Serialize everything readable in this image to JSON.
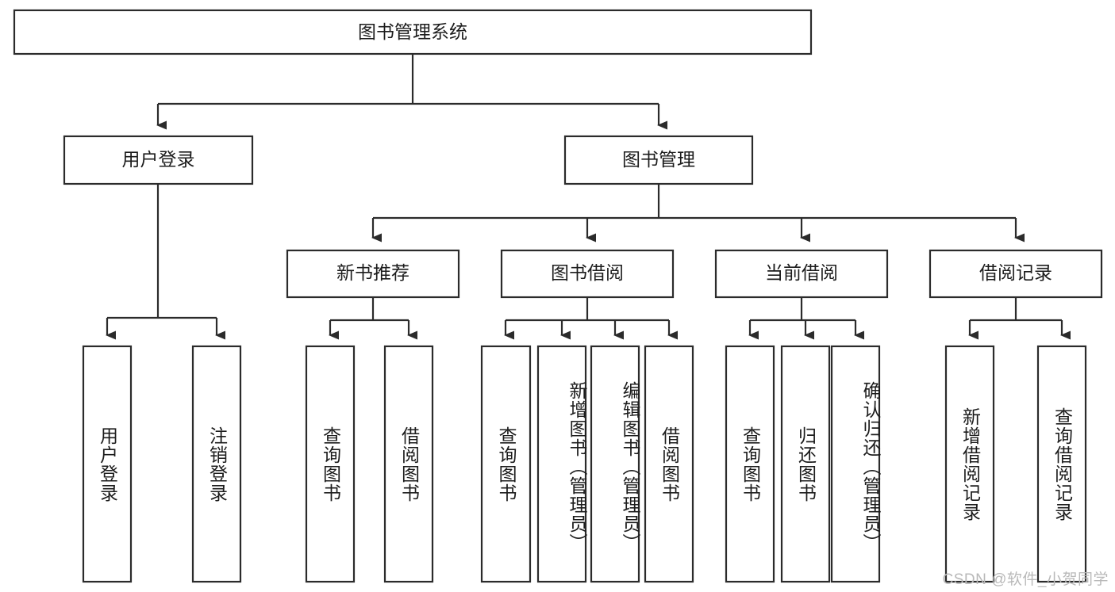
{
  "diagram": {
    "title": "图书管理系统",
    "type": "tree-hierarchy",
    "watermark": "CSDN @软件_小贺同学",
    "colors": {
      "box_stroke": "#2b2b2b",
      "box_fill": "#ffffff",
      "text": "#1c1c1c",
      "background": "#ffffff",
      "watermark": "#b9b9b9"
    },
    "levels": {
      "level1": {
        "root": {
          "label": "图书管理系统",
          "orientation": "horizontal"
        }
      },
      "level2": [
        {
          "label": "用户登录",
          "orientation": "horizontal"
        },
        {
          "label": "图书管理",
          "orientation": "horizontal"
        }
      ],
      "level3": [
        {
          "label": "新书推荐",
          "orientation": "horizontal"
        },
        {
          "label": "图书借阅",
          "orientation": "horizontal"
        },
        {
          "label": "当前借阅",
          "orientation": "horizontal"
        },
        {
          "label": "借阅记录",
          "orientation": "horizontal"
        }
      ],
      "level4": {
        "user_login_children": [
          {
            "label": "用户登录",
            "orientation": "vertical"
          },
          {
            "label": "注销登录",
            "orientation": "vertical"
          }
        ],
        "new_book_children": [
          {
            "label": "查询图书",
            "orientation": "vertical"
          },
          {
            "label": "借阅图书",
            "orientation": "vertical"
          }
        ],
        "book_borrow_children": [
          {
            "label": "查询图书",
            "orientation": "vertical"
          },
          {
            "label": "新增图书（管理员）",
            "orientation": "vertical"
          },
          {
            "label": "编辑图书（管理员）",
            "orientation": "vertical"
          },
          {
            "label": "借阅图书",
            "orientation": "vertical"
          }
        ],
        "current_borrow_children": [
          {
            "label": "查询图书",
            "orientation": "vertical"
          },
          {
            "label": "归还图书",
            "orientation": "vertical"
          },
          {
            "label": "确认归还（管理员）",
            "orientation": "vertical"
          }
        ],
        "borrow_record_children": [
          {
            "label": "新增借阅记录",
            "orientation": "vertical"
          },
          {
            "label": "查询借阅记录",
            "orientation": "vertical"
          }
        ]
      }
    }
  }
}
